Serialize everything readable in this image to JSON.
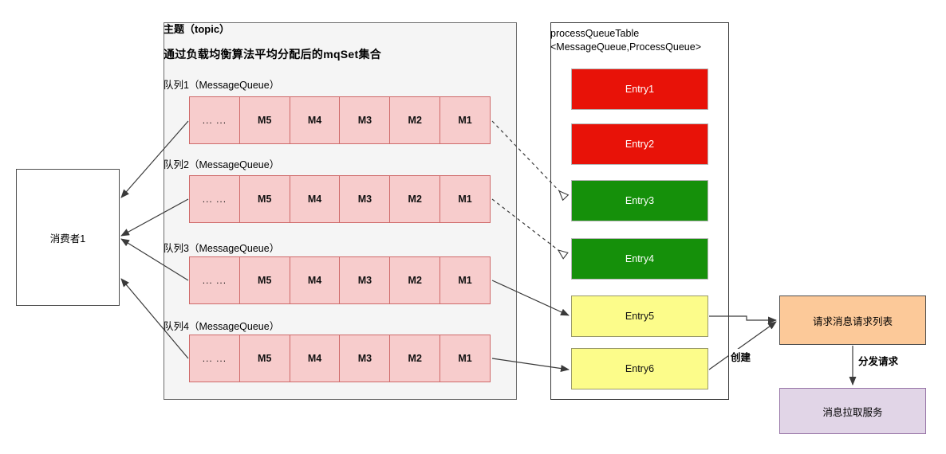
{
  "topic": {
    "title": "主题（topic）",
    "subtitle": "通过负载均衡算法平均分配后的mqSet集合",
    "queues": [
      {
        "label": "队列1（MessageQueue）",
        "cells": [
          "... ...",
          "M5",
          "M4",
          "M3",
          "M2",
          "M1"
        ]
      },
      {
        "label": "队列2（MessageQueue）",
        "cells": [
          "... ...",
          "M5",
          "M4",
          "M3",
          "M2",
          "M1"
        ]
      },
      {
        "label": "队列3（MessageQueue）",
        "cells": [
          "... ...",
          "M5",
          "M4",
          "M3",
          "M2",
          "M1"
        ]
      },
      {
        "label": "队列4（MessageQueue）",
        "cells": [
          "... ...",
          "M5",
          "M4",
          "M3",
          "M2",
          "M1"
        ]
      }
    ]
  },
  "consumer": {
    "label": "消费者1"
  },
  "process_queue_table": {
    "title_line1": "processQueueTable",
    "title_line2": "<MessageQueue,ProcessQueue>",
    "entries": [
      {
        "label": "Entry1",
        "color": "#e81208",
        "state": "red"
      },
      {
        "label": "Entry2",
        "color": "#e81208",
        "state": "red"
      },
      {
        "label": "Entry3",
        "color": "#15900a",
        "state": "green"
      },
      {
        "label": "Entry4",
        "color": "#15900a",
        "state": "green"
      },
      {
        "label": "Entry5",
        "color": "#fcfc8a",
        "state": "yellow"
      },
      {
        "label": "Entry6",
        "color": "#fcfc8a",
        "state": "yellow"
      }
    ]
  },
  "request_list": {
    "label": "请求消息请求列表",
    "color": "#fcc999"
  },
  "pull_service": {
    "label": "消息拉取服务",
    "color": "#e1d5e7"
  },
  "edge_labels": {
    "create": "创建",
    "dispatch": "分发请求"
  }
}
